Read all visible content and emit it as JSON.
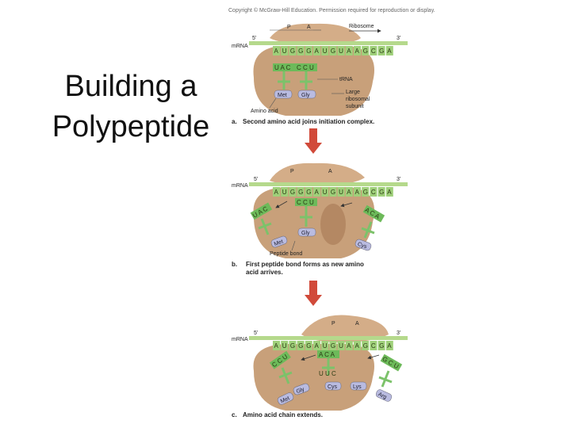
{
  "slide": {
    "title_line1": "Building a",
    "title_line2": "Polypeptide"
  },
  "figure": {
    "copyright": "Copyright © McGraw-Hill Education. Permission required for reproduction or display.",
    "colors": {
      "ribosome": "#c8a07a",
      "ribosome_dark": "#a87f5c",
      "mrna": "#b5d98c",
      "codon": "#6dba5a",
      "trna": "#7cc26a",
      "amino_acid": "#b9bbe0",
      "arrow": "#d14a3a"
    },
    "panel_a": {
      "five_prime": "5'",
      "three_prime": "3'",
      "mrna_label": "mRNA",
      "p_site": "P",
      "a_site": "A",
      "ribosome_label": "Ribosome",
      "codons": [
        "A",
        "U",
        "G",
        "G",
        "G",
        "A",
        "U",
        "G",
        "U",
        "A",
        "A",
        "G",
        "C",
        "G",
        "A"
      ],
      "anticodon_1": "U A C",
      "anticodon_2": "C C U",
      "aa_1": "Met",
      "aa_2": "Gly",
      "trna_label": "tRNA",
      "large_subunit_label_1": "Large",
      "large_subunit_label_2": "ribosomal",
      "large_subunit_label_3": "subunit",
      "amino_acid_label": "Amino acid",
      "caption_letter": "a.",
      "caption": "Second amino acid joins initiation complex."
    },
    "panel_b": {
      "five_prime": "5'",
      "three_prime": "3'",
      "mrna_label": "mRNA",
      "p_site": "P",
      "a_site": "A",
      "codons": [
        "A",
        "U",
        "G",
        "G",
        "G",
        "A",
        "U",
        "G",
        "U",
        "A",
        "A",
        "G",
        "C",
        "G",
        "A"
      ],
      "anticodon_left": "U A C",
      "anticodon_mid": "C C U",
      "anticodon_right": "A C A",
      "aa_left": "Met",
      "aa_mid": "Gly",
      "aa_right": "Cys",
      "peptide_bond_label": "Peptide bond",
      "caption_letter": "b.",
      "caption_line1": "First peptide bond forms as new amino",
      "caption_line2": "acid arrives."
    },
    "panel_c": {
      "five_prime": "5'",
      "three_prime": "3'",
      "mrna_label": "mRNA",
      "p_site": "P",
      "a_site": "A",
      "codons": [
        "A",
        "U",
        "G",
        "G",
        "G",
        "A",
        "U",
        "G",
        "U",
        "A",
        "A",
        "G",
        "C",
        "G",
        "A"
      ],
      "anticodon_mid": "A C A",
      "anticodon_left": "C C U",
      "anticodon_right": "U U C",
      "anticodon_far": "G C U",
      "aa_met": "Met",
      "aa_gly": "Gly",
      "aa_cys": "Cys",
      "aa_lys": "Lys",
      "aa_arg": "Arg",
      "caption_letter": "c.",
      "caption": "Amino acid chain extends."
    }
  }
}
